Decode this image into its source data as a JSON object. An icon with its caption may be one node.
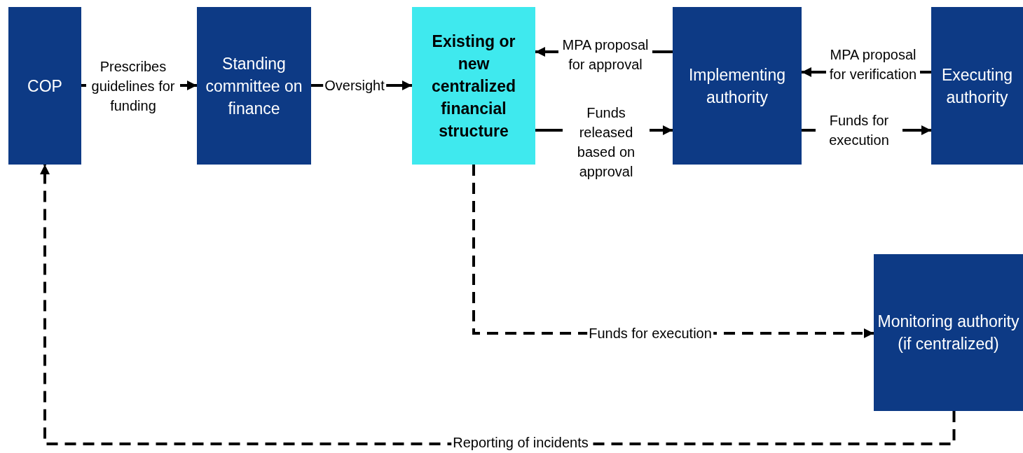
{
  "diagram": {
    "nodes": [
      {
        "text": [
          "COP"
        ]
      },
      {
        "text": [
          "Standing committee on finance"
        ]
      },
      {
        "text": [
          "Existing or new centralized financial structure"
        ]
      },
      {
        "text": [
          "Implementing authority"
        ]
      },
      {
        "text": [
          "Executing authority"
        ]
      },
      {
        "text": [
          "Monitoring authority (if centralized)"
        ]
      }
    ],
    "edges": [
      {
        "from": 0,
        "to": 1,
        "arrow": "to",
        "label": "Prescribes guidelines for funding"
      },
      {
        "from": 1,
        "to": 2,
        "arrow": "to",
        "label": "Oversight"
      },
      {
        "from": 2,
        "to": 3,
        "arrow": "to",
        "label": "Funds released based on approval"
      },
      {
        "from": 3,
        "to": 2,
        "arrow": "to",
        "label": "MPA proposal for approval"
      },
      {
        "from": 4,
        "to": 3,
        "arrow": "to",
        "label": "MPA proposal for verification"
      },
      {
        "from": 3,
        "to": 4,
        "arrow": "to",
        "label": "Funds for execution"
      },
      {
        "from": 2,
        "to": 5,
        "arrow": "to",
        "label": "Funds for execution",
        "style": "dashed"
      },
      {
        "from": 5,
        "to": 0,
        "arrow": "to",
        "label": "Reporting of incidents",
        "style": "dashed"
      }
    ]
  }
}
